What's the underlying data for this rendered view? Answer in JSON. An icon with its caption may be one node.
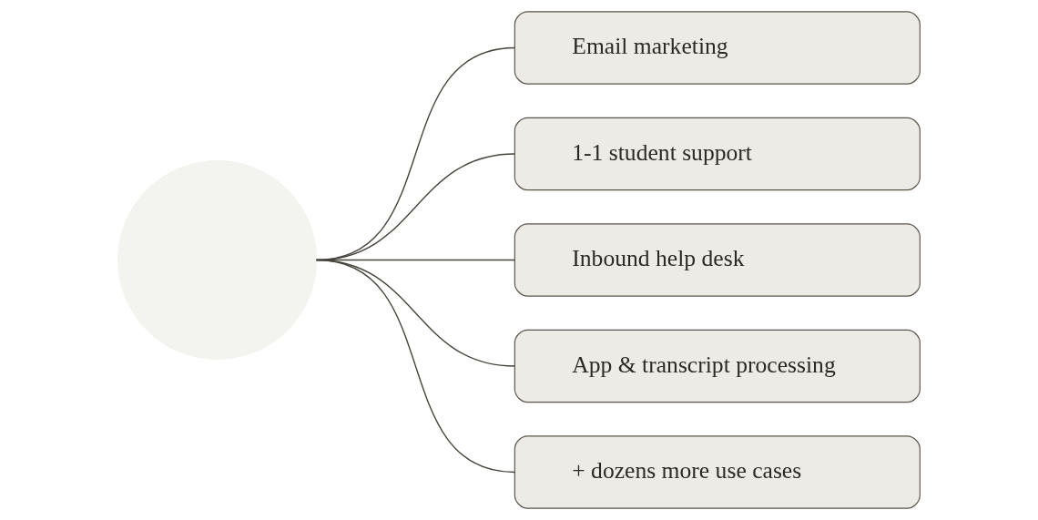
{
  "diagram": {
    "nodes": [
      {
        "text": [],
        "shape": "circle"
      },
      {
        "text": [
          "Email marketing"
        ]
      },
      {
        "text": [
          "1-1 student support"
        ]
      },
      {
        "text": [
          "Inbound help desk"
        ]
      },
      {
        "text": [
          "App & transcript processing"
        ]
      },
      {
        "text": [
          "+ dozens more use cases"
        ]
      }
    ],
    "edges": [
      {
        "from": 0,
        "to": 1,
        "arrow": "none"
      },
      {
        "from": 0,
        "to": 2,
        "arrow": "none"
      },
      {
        "from": 0,
        "to": 3,
        "arrow": "none"
      },
      {
        "from": 0,
        "to": 4,
        "arrow": "none"
      },
      {
        "from": 0,
        "to": 5,
        "arrow": "none"
      }
    ]
  }
}
